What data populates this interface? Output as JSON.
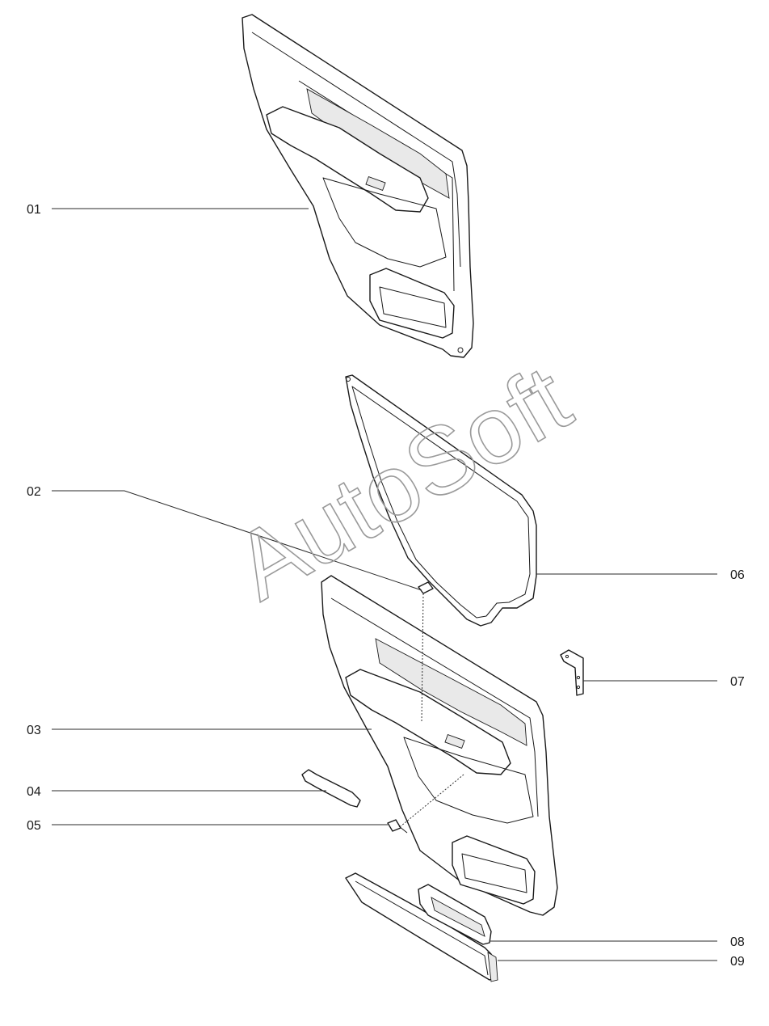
{
  "watermark": "AutoSoft",
  "callouts": [
    {
      "id": "01",
      "label": "01"
    },
    {
      "id": "02",
      "label": "02"
    },
    {
      "id": "03",
      "label": "03"
    },
    {
      "id": "04",
      "label": "04"
    },
    {
      "id": "05",
      "label": "05"
    },
    {
      "id": "06",
      "label": "06"
    },
    {
      "id": "07",
      "label": "07"
    },
    {
      "id": "08",
      "label": "08"
    },
    {
      "id": "09",
      "label": "09"
    }
  ]
}
